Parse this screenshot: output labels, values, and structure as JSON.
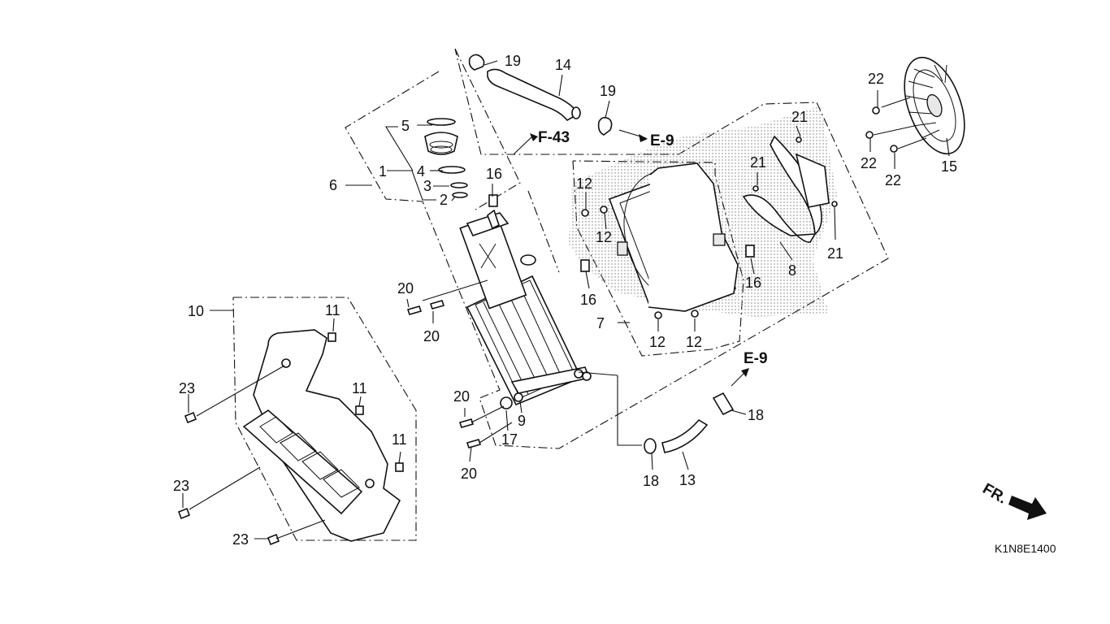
{
  "diagram_code": "K1N8E1400",
  "direction_label": "FR.",
  "references": {
    "f43": "F-43",
    "e9_top": "E-9",
    "e9_right": "E-9"
  },
  "labels": {
    "p1": "1",
    "p2": "2",
    "p3": "3",
    "p4": "4",
    "p5": "5",
    "p6": "6",
    "p7": "7",
    "p8": "8",
    "p9": "9",
    "p10": "10",
    "p11a": "11",
    "p11b": "11",
    "p11c": "11",
    "p12a": "12",
    "p12b": "12",
    "p12c": "12",
    "p12d": "12",
    "p13": "13",
    "p14": "14",
    "p15": "15",
    "p16a": "16",
    "p16b": "16",
    "p16c": "16",
    "p17": "17",
    "p18a": "18",
    "p18b": "18",
    "p19a": "19",
    "p19b": "19",
    "p20a": "20",
    "p20b": "20",
    "p20c": "20",
    "p20d": "20",
    "p21a": "21",
    "p21b": "21",
    "p21c": "21",
    "p22a": "22",
    "p22b": "22",
    "p22c": "22",
    "p23a": "23",
    "p23b": "23",
    "p23c": "23"
  },
  "colors": {
    "line": "#111111",
    "background": "#ffffff",
    "shade": "#e8e8e8"
  }
}
